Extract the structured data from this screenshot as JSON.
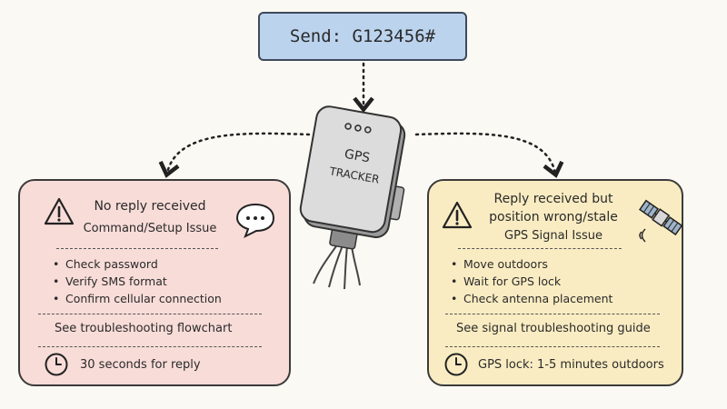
{
  "command": {
    "text": "Send: G123456#"
  },
  "device": {
    "line1": "GPS",
    "line2": "TRACKER"
  },
  "left_panel": {
    "title_line1": "No reply received",
    "title_line2": "Command/Setup Issue",
    "steps": [
      "Check password",
      "Verify SMS format",
      "Confirm cellular connection"
    ],
    "link_text": "See troubleshooting flowchart",
    "timing_text": "30 seconds for reply",
    "icons": [
      "warning-icon",
      "speech-bubble-icon",
      "clock-icon"
    ],
    "color": "#f8dcd8"
  },
  "right_panel": {
    "title_line1": "Reply received but",
    "title_line2": "position wrong/stale",
    "subtitle": "GPS Signal Issue",
    "steps": [
      "Move outdoors",
      "Wait for GPS lock",
      "Check antenna placement"
    ],
    "link_text": "See signal troubleshooting guide",
    "timing_text": "GPS lock: 1-5 minutes outdoors",
    "icons": [
      "warning-icon",
      "satellite-icon",
      "clock-icon"
    ],
    "color": "#faecc2"
  },
  "command_color": "#bcd3ee"
}
